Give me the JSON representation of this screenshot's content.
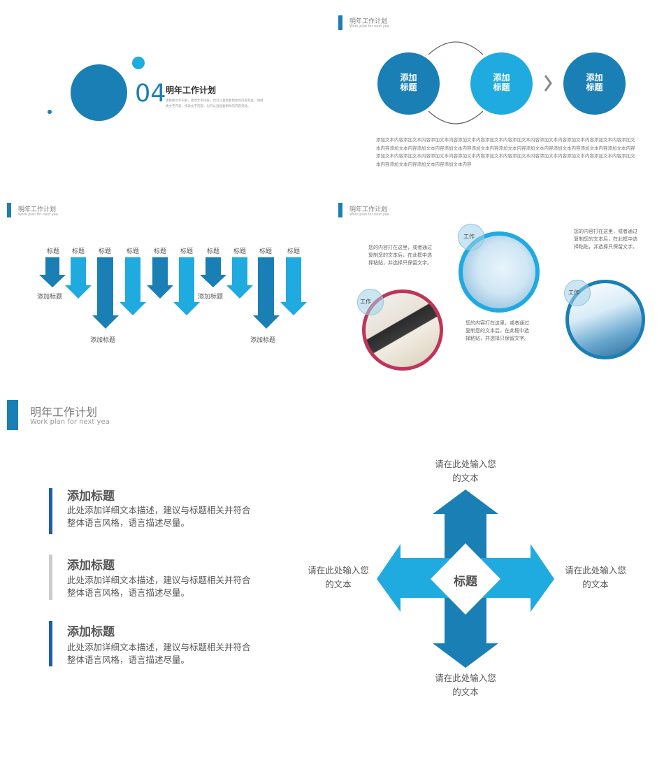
{
  "colors": {
    "dark_blue": "#1a7fb5",
    "light_blue": "#1faae0",
    "crimson": "#c0345a",
    "gray_bar": "#cccccc",
    "navy_bar": "#1a5fa8"
  },
  "slide1": {
    "number": "04",
    "title": "明年工作计划",
    "desc1": "请替换文字内容，修改文字内容，也可以直接复制你的内容到此。请替",
    "desc2": "换文字内容，修改文字内容，也可以直接复制你的内容到此。"
  },
  "slide2": {
    "header_title": "明年工作计划",
    "header_sub": "Work plan for next yea",
    "circles": [
      "添加\n标题",
      "添加\n标题",
      "添加\n标题"
    ],
    "body": "添加文本内容添加文本内容添加文本内容添加文本内容添加文本内容添加文本内容添加文本内容添加文本内容添加文本内容添加文本内容添加文本内容添加文本内容添加文本内容添加文本内容添加文本内容添加文本内容添加文本内容添加文本内容添加文本内容添加文本内容添加文本内容添加文本内容添加文本内容添加文本内容添加文本内容添加文本内容添加文本内容添加文本内容添加文本内容添加文本内容添加文本内容添加文本内容"
  },
  "slide3": {
    "header_title": "明年工作计划",
    "header_sub": "Work plan for next yea",
    "arrow_labels": [
      "标题",
      "标题",
      "标题",
      "标题",
      "标题",
      "标题",
      "标题",
      "标题",
      "标题",
      "标题"
    ],
    "side_labels": [
      "添加标题",
      "添加标题",
      "添加标题",
      "添加标题"
    ]
  },
  "slide4": {
    "header_title": "明年工作计划",
    "header_sub": "Work plan for next yea",
    "tag": "工作",
    "text_a": "您的内容打在这里，或者通过复制您的文本后，在此框中选择粘贴，并选择只保留文字。",
    "text_b": "您的内容打在这里，或者通过复制您的文本后，在此框中选择粘贴，并选择只保留文字。",
    "text_c": "您的内容打在这里，或者通过复制您的文本后，在此框中选择粘贴，并选择只保留文字。"
  },
  "slide5": {
    "header_title": "明年工作计划",
    "header_sub": "Work plan for next yea",
    "blocks": [
      {
        "title": "添加标题",
        "line1": "此处添加详细文本描述，建议与标题相关并符合",
        "line2": "整体语言风格，语言描述尽量。"
      },
      {
        "title": "添加标题",
        "line1": "此处添加详细文本描述，建议与标题相关并符合",
        "line2": "整体语言风格，语言描述尽量。"
      },
      {
        "title": "添加标题",
        "line1": "此处添加详细文本描述，建议与标题相关并符合",
        "line2": "整体语言风格，语言描述尽量。"
      }
    ],
    "center": "标题",
    "top": "请在此处输入您\n的文本",
    "left": "请在此处输入您\n的文本",
    "right": "请在此处输入您\n的文本",
    "bottom": "请在此处输入您\n的文本"
  }
}
